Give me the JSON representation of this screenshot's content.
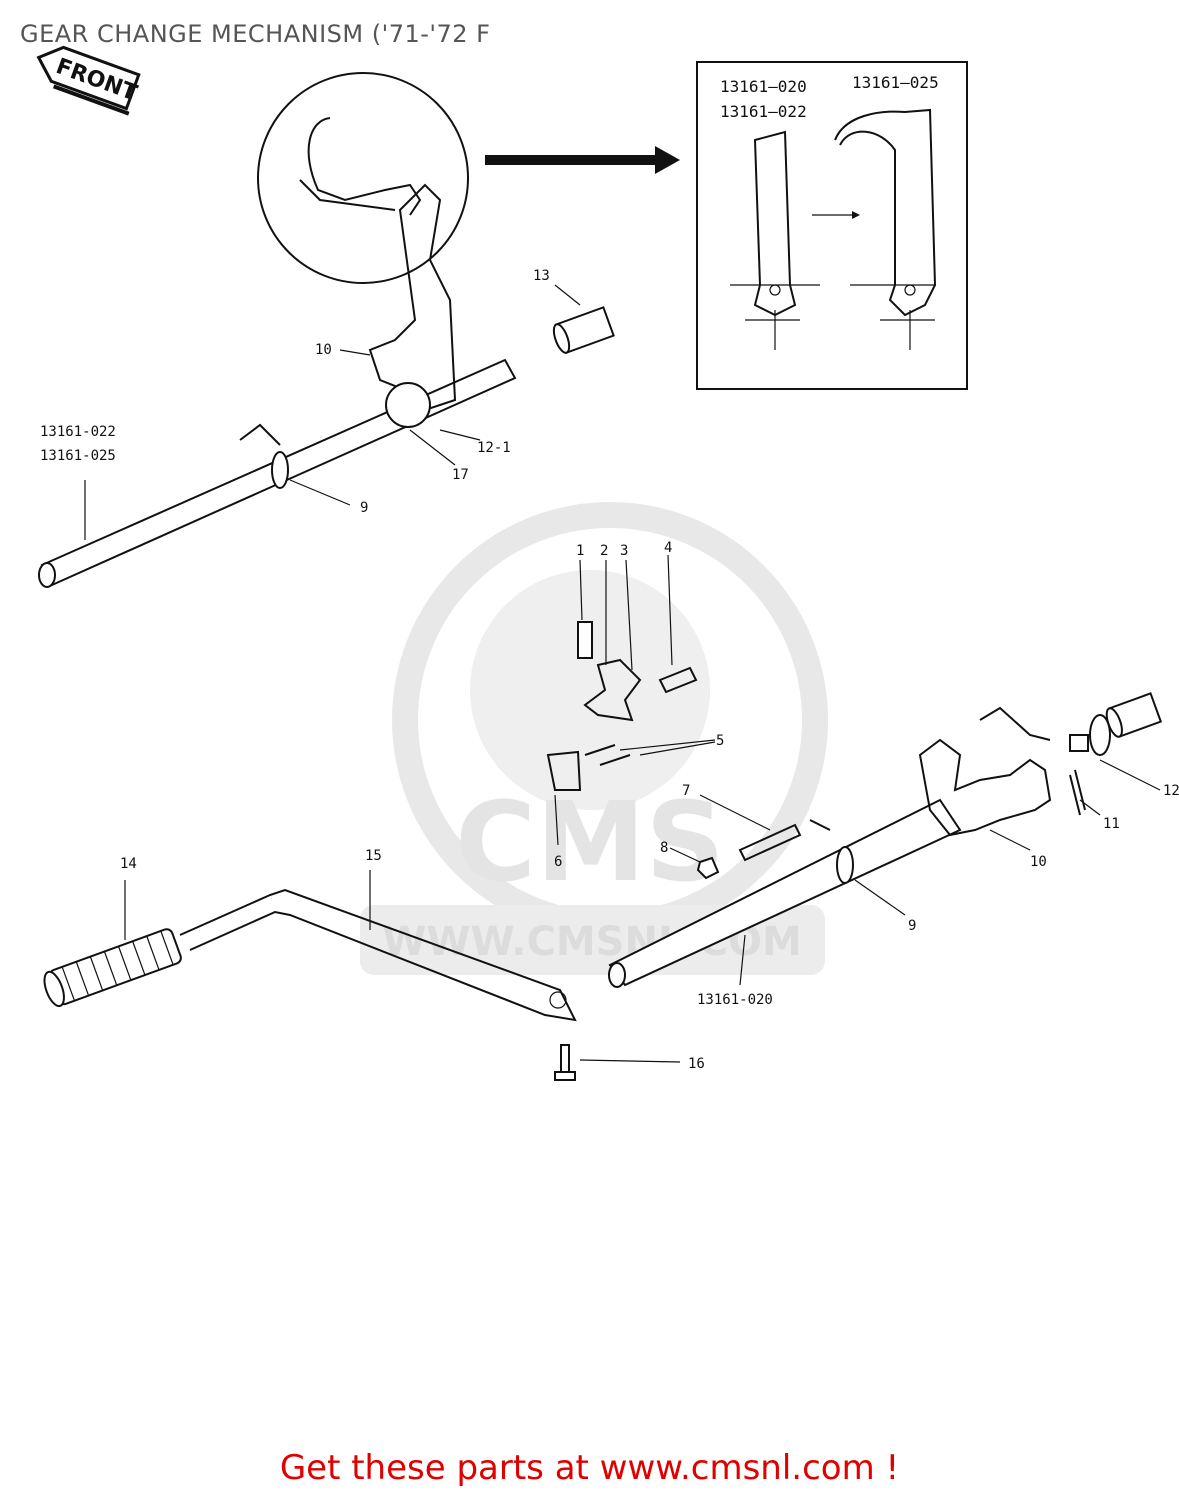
{
  "title": "GEAR CHANGE MECHANISM ('71-'72 F",
  "front_tag": "FRONT",
  "inset": {
    "label_a1": "13161—020",
    "label_a2": "13161—022",
    "label_b": "13161—025"
  },
  "callouts": {
    "c10_top": "10",
    "c13_top": "13",
    "c12_1": "12-1",
    "c17": "17",
    "c9_top": "9",
    "shaft_top_1": "13161-022",
    "shaft_top_2": "13161-025",
    "c1": "1",
    "c2": "2",
    "c3": "3",
    "c4": "4",
    "c5": "5",
    "c6": "6",
    "c7": "7",
    "c8": "8",
    "c9_bottom": "9",
    "c10_bottom": "10",
    "c11": "11",
    "c12": "12",
    "c14": "14",
    "c15": "15",
    "c16": "16",
    "shaft_bottom": "13161-020"
  },
  "watermark": {
    "logo_text": "CMS",
    "url_text": "WWW.CMSNL.COM"
  },
  "footer": "Get these parts at www.cmsnl.com !",
  "colors": {
    "footer": "#e00000",
    "title": "#555555",
    "watermark": "#e6e6e6"
  }
}
